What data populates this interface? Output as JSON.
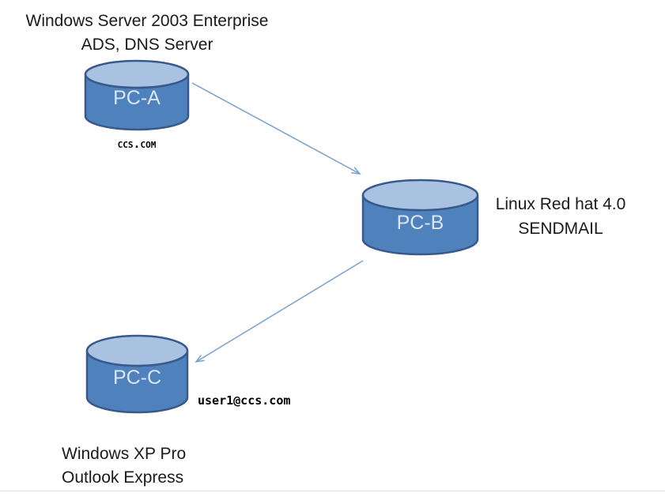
{
  "colors": {
    "background": "#ffffff",
    "cylinder_body": "#4f81bd",
    "cylinder_top": "#a9c2e1",
    "cylinder_outline": "#38598c",
    "arrow": "#7aa0cf",
    "node_label": "#dbe5f1",
    "text": "#1a1a1a"
  },
  "nodes": {
    "pc_a": {
      "label": "PC-A",
      "title_line1": "Windows Server 2003 Enterprise",
      "title_line2": "ADS, DNS Server",
      "domain": "ccs.com"
    },
    "pc_b": {
      "label": "PC-B",
      "title_line1": "Linux Red hat 4.0",
      "title_line2": "SENDMAIL"
    },
    "pc_c": {
      "label": "PC-C",
      "email": "user1@ccs.com",
      "title_line1": "Windows XP Pro",
      "title_line2": "Outlook Express"
    }
  },
  "edges": [
    {
      "from": "PC-A",
      "to": "PC-B"
    },
    {
      "from": "PC-B",
      "to": "PC-C"
    }
  ]
}
